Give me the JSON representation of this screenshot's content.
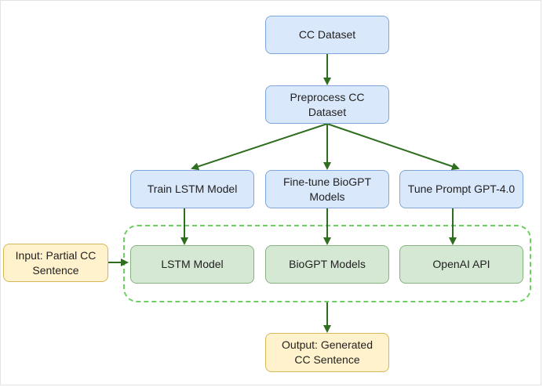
{
  "nodes": {
    "cc_dataset": "CC Dataset",
    "preprocess": "Preprocess CC\nDataset",
    "train_lstm": "Train LSTM Model",
    "finetune_biogpt": "Fine-tune BioGPT\nModels",
    "tune_prompt": "Tune Prompt GPT-4.0",
    "input": "Input: Partial CC\nSentence",
    "lstm_model": "LSTM Model",
    "biogpt_models": "BioGPT Models",
    "openai_api": "OpenAI API",
    "output": "Output: Generated\nCC Sentence"
  },
  "colors": {
    "arrow": "#2f6e1f",
    "process_fill": "#dae8fc",
    "model_fill": "#d5e8d4",
    "io_fill": "#fff2cc",
    "group_border": "#6ccf5f"
  },
  "edges": [
    [
      "cc_dataset",
      "preprocess"
    ],
    [
      "preprocess",
      "train_lstm"
    ],
    [
      "preprocess",
      "finetune_biogpt"
    ],
    [
      "preprocess",
      "tune_prompt"
    ],
    [
      "train_lstm",
      "lstm_model"
    ],
    [
      "finetune_biogpt",
      "biogpt_models"
    ],
    [
      "tune_prompt",
      "openai_api"
    ],
    [
      "input",
      "model_group"
    ],
    [
      "model_group",
      "output"
    ]
  ]
}
